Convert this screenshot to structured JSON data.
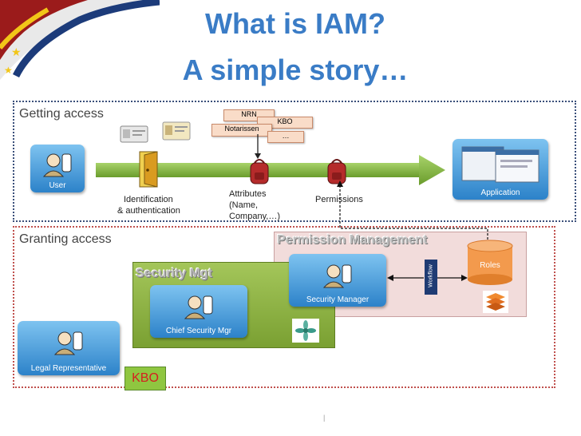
{
  "title_line1": "What is IAM?",
  "title_line2": "A simple story…",
  "getting": {
    "label": "Getting access",
    "user_label": "User",
    "application_label": "Application",
    "identification_label_1": "Identification",
    "identification_label_2": "& authentication",
    "attributes_label_1": "Attributes",
    "attributes_label_2": "(Name,",
    "attributes_label_3": "Company,…)",
    "permissions_label": "Permissions",
    "notes": {
      "nrn": "NRN",
      "kbo": "KBO",
      "notarissen": "Notarissen",
      "ellipsis": "…"
    }
  },
  "granting": {
    "label": "Granting access",
    "permission_management_title": "Permission Management",
    "security_mgt_title": "Security Mgt",
    "security_manager_label": "Security Manager",
    "chief_security_label": "Chief Security Mgr",
    "legal_rep_label": "Legal Representative",
    "roles_label": "Roles",
    "workflow_label": "Workflow",
    "kbo_badge": "KBO"
  },
  "footer_mark": "|",
  "colors": {
    "title": "#3a7cc6",
    "arrow": "#7fb23a",
    "getting_border": "#3a4f7a",
    "granting_border": "#c0504d",
    "perm_fill": "#f2dcdb",
    "security_fill": "#8db040",
    "roles": "#f39a4d",
    "kbo_badge_bg": "#8fc640",
    "kbo_badge_text": "#d42020"
  }
}
